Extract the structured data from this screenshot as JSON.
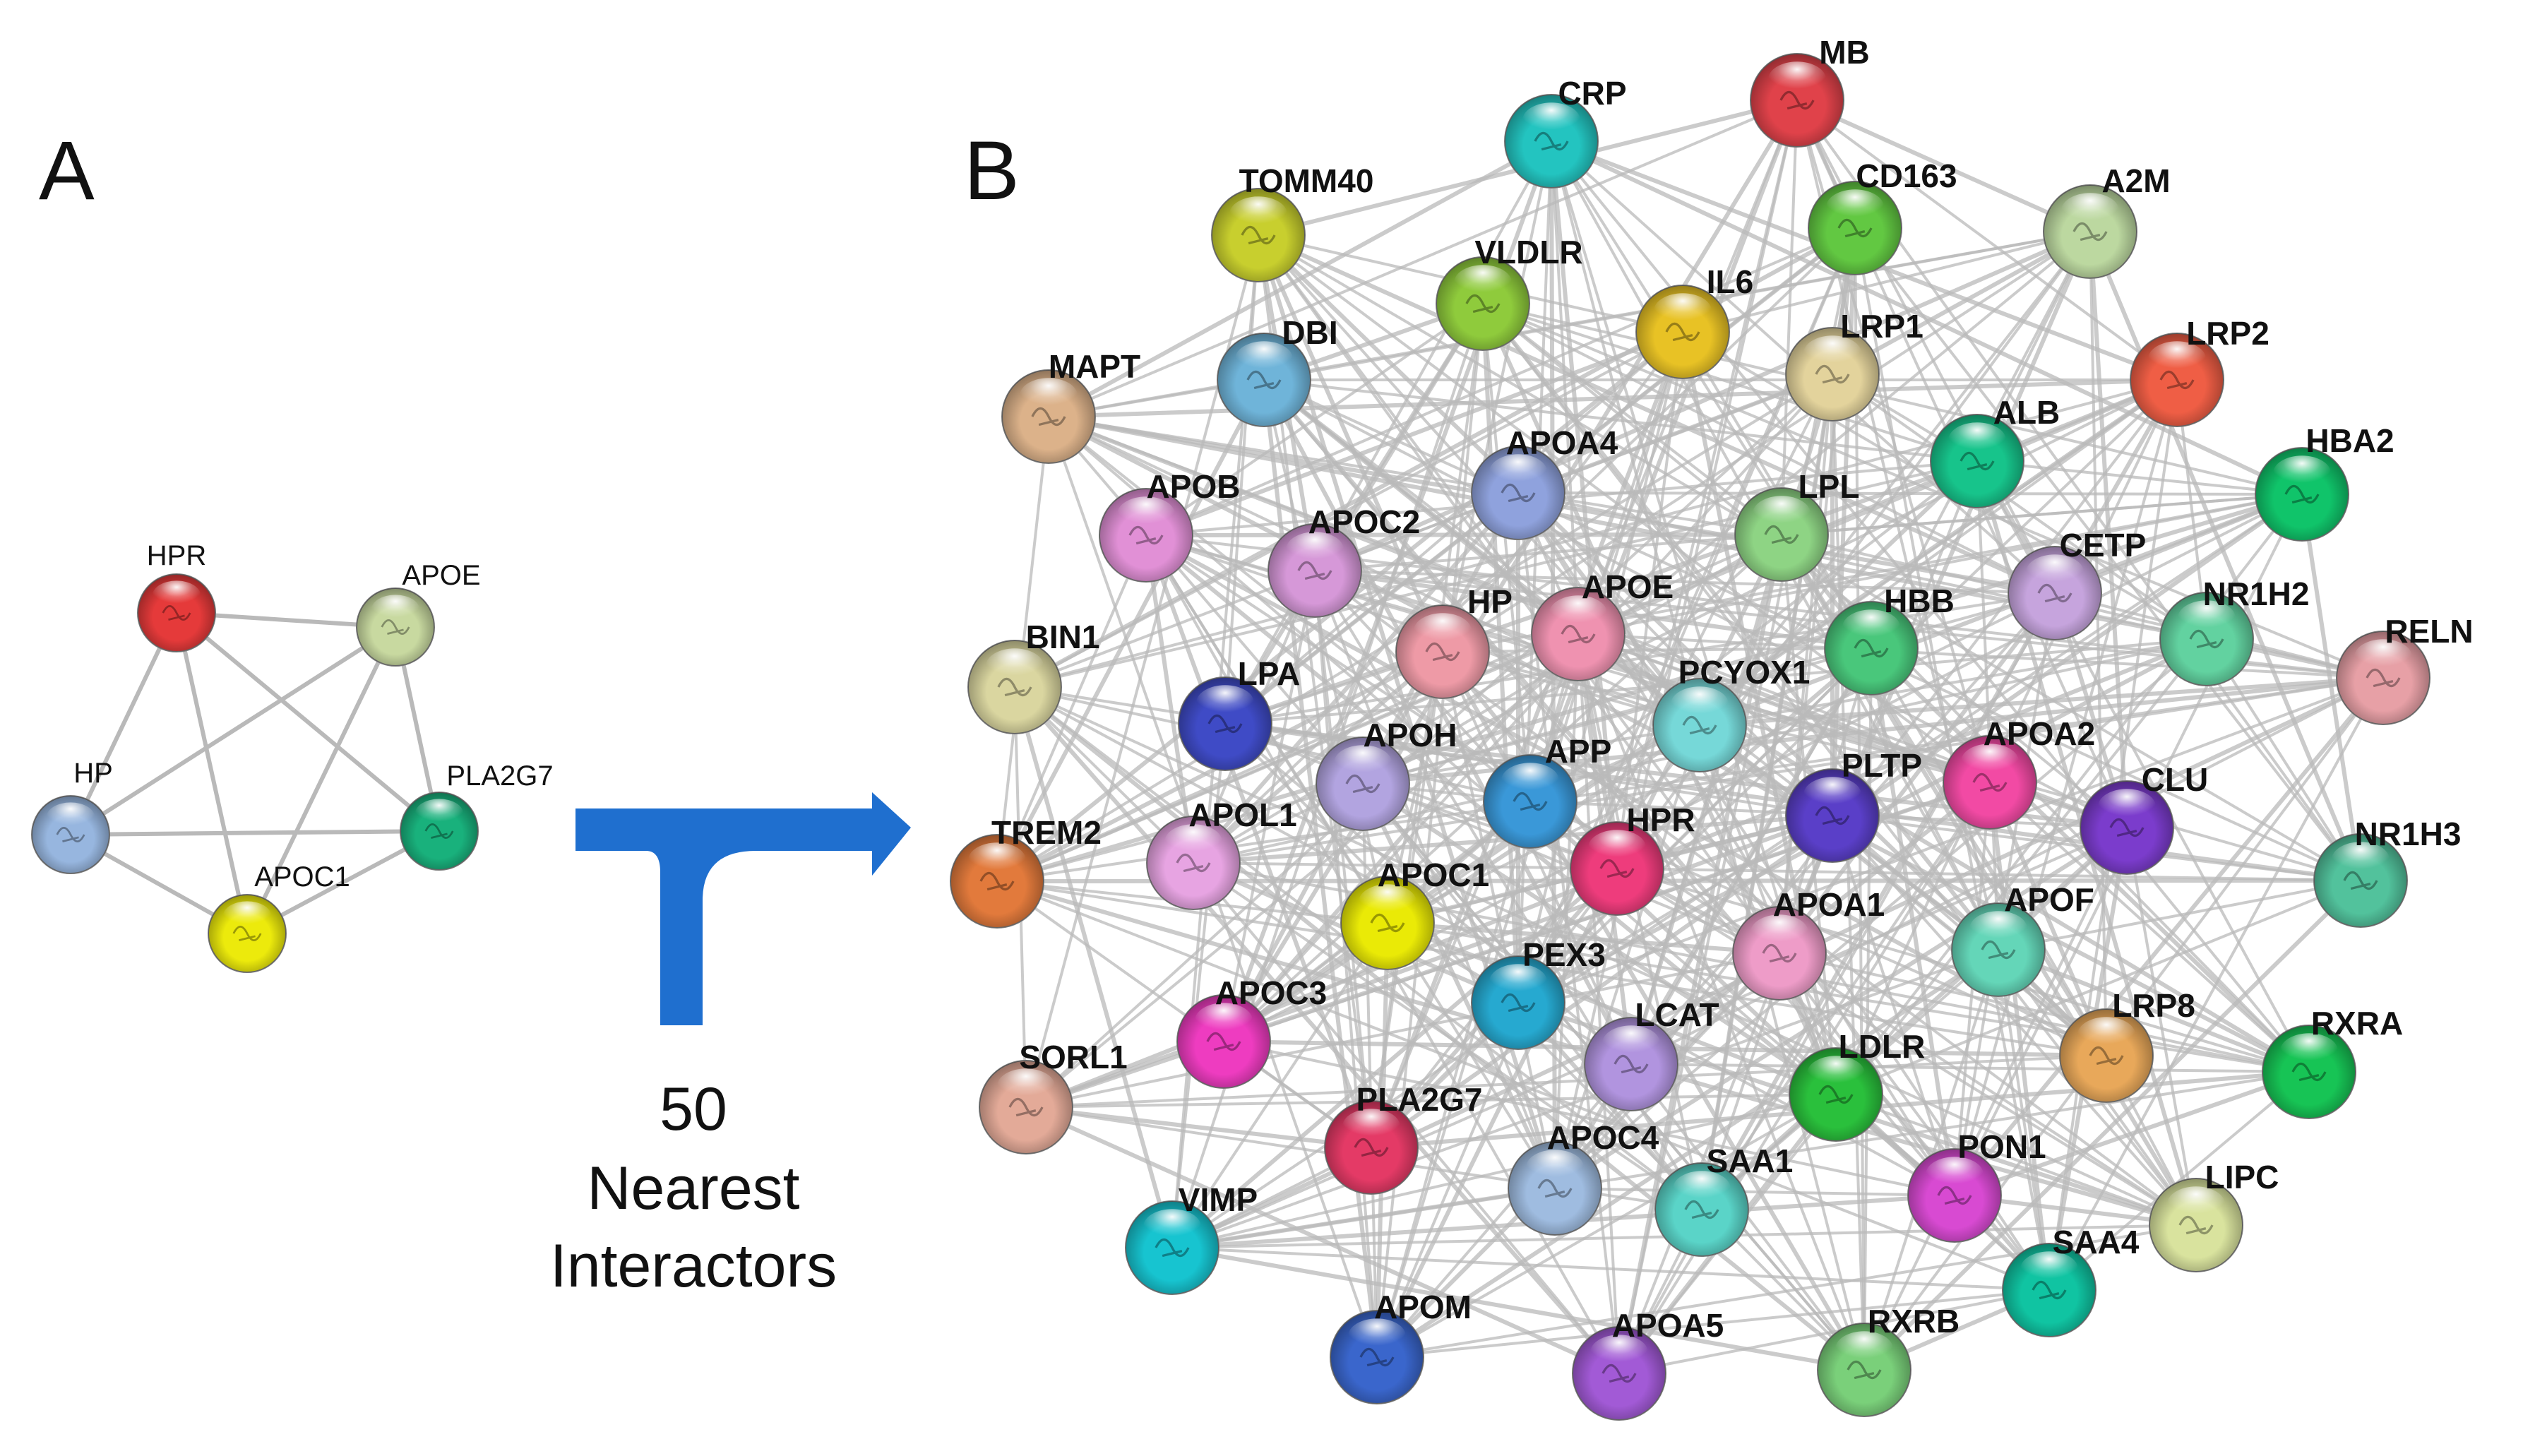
{
  "panel_a": {
    "letter": "A",
    "nodes": [
      {
        "id": "HPR",
        "color": "#e53a3a"
      },
      {
        "id": "APOE",
        "color": "#c8d9a0"
      },
      {
        "id": "HP",
        "color": "#97b6df"
      },
      {
        "id": "PLA2G7",
        "color": "#19b17c"
      },
      {
        "id": "APOC1",
        "color": "#ecea0c"
      }
    ],
    "edges": [
      [
        "HPR",
        "HP"
      ],
      [
        "HPR",
        "APOC1"
      ],
      [
        "HPR",
        "APOE"
      ],
      [
        "HPR",
        "PLA2G7"
      ],
      [
        "APOE",
        "HP"
      ],
      [
        "APOE",
        "APOC1"
      ],
      [
        "APOE",
        "PLA2G7"
      ],
      [
        "HP",
        "PLA2G7"
      ],
      [
        "HP",
        "APOC1"
      ],
      [
        "APOC1",
        "PLA2G7"
      ]
    ]
  },
  "arrow": {
    "color": "#1f6fcf"
  },
  "caption": {
    "line1": "50",
    "line2": "Nearest",
    "line3": "Interactors"
  },
  "panel_b": {
    "letter": "B",
    "nodes": [
      {
        "id": "MB",
        "color": "#e0424a"
      },
      {
        "id": "CRP",
        "color": "#23c4c0"
      },
      {
        "id": "TOMM40",
        "color": "#c8cf2e"
      },
      {
        "id": "CD163",
        "color": "#62c842"
      },
      {
        "id": "A2M",
        "color": "#bcd8a0"
      },
      {
        "id": "VLDLR",
        "color": "#8fcb3c"
      },
      {
        "id": "IL6",
        "color": "#e8c225"
      },
      {
        "id": "DBI",
        "color": "#6fb4d9"
      },
      {
        "id": "LRP1",
        "color": "#e3d39c"
      },
      {
        "id": "LRP2",
        "color": "#ef5e45"
      },
      {
        "id": "MAPT",
        "color": "#dcb28a"
      },
      {
        "id": "ALB",
        "color": "#17c48b"
      },
      {
        "id": "HBA2",
        "color": "#10c46a"
      },
      {
        "id": "APOA4",
        "color": "#8fa2dd"
      },
      {
        "id": "APOB",
        "color": "#e190d6"
      },
      {
        "id": "LPL",
        "color": "#8ed484"
      },
      {
        "id": "APOC2",
        "color": "#d698d8"
      },
      {
        "id": "CETP",
        "color": "#c6a4dd"
      },
      {
        "id": "NR1H2",
        "color": "#62d2a0"
      },
      {
        "id": "RELN",
        "color": "#e7a0a6"
      },
      {
        "id": "HP",
        "color": "#ee9aa6"
      },
      {
        "id": "APOE",
        "color": "#ef92b0"
      },
      {
        "id": "HBB",
        "color": "#49c77b"
      },
      {
        "id": "BIN1",
        "color": "#dad6a0"
      },
      {
        "id": "LPA",
        "color": "#3f4bc6"
      },
      {
        "id": "PCYOX1",
        "color": "#76d8d8"
      },
      {
        "id": "APOH",
        "color": "#b2a4e0"
      },
      {
        "id": "APP",
        "color": "#3a98d8"
      },
      {
        "id": "PLTP",
        "color": "#5a3fc8"
      },
      {
        "id": "APOA2",
        "color": "#f24aa4"
      },
      {
        "id": "CLU",
        "color": "#7b3ccc"
      },
      {
        "id": "NR1H3",
        "color": "#52c29c"
      },
      {
        "id": "TREM2",
        "color": "#e27a3c"
      },
      {
        "id": "APOL1",
        "color": "#e7a4e2"
      },
      {
        "id": "HPR",
        "color": "#ee3c7c"
      },
      {
        "id": "APOC1",
        "color": "#eaea06"
      },
      {
        "id": "APOA1",
        "color": "#ee9cc8"
      },
      {
        "id": "APOF",
        "color": "#64d6b8"
      },
      {
        "id": "PEX3",
        "color": "#26a9d0"
      },
      {
        "id": "APOC3",
        "color": "#ee3cc0"
      },
      {
        "id": "LCAT",
        "color": "#b194df"
      },
      {
        "id": "LRP8",
        "color": "#e8a85a"
      },
      {
        "id": "RXRA",
        "color": "#17c455"
      },
      {
        "id": "SORL1",
        "color": "#e3aa98"
      },
      {
        "id": "LDLR",
        "color": "#2ac03c"
      },
      {
        "id": "PLA2G7",
        "color": "#e43a66"
      },
      {
        "id": "PON1",
        "color": "#d84ad2"
      },
      {
        "id": "APOC4",
        "color": "#9fbce0"
      },
      {
        "id": "SAA1",
        "color": "#5ad4c8"
      },
      {
        "id": "LIPC",
        "color": "#d9e39e"
      },
      {
        "id": "VIMP",
        "color": "#17c4d0"
      },
      {
        "id": "SAA4",
        "color": "#10c4a2"
      },
      {
        "id": "APOM",
        "color": "#3a66cc"
      },
      {
        "id": "APOA5",
        "color": "#a25ad6"
      },
      {
        "id": "RXRB",
        "color": "#7ad07a"
      }
    ]
  }
}
